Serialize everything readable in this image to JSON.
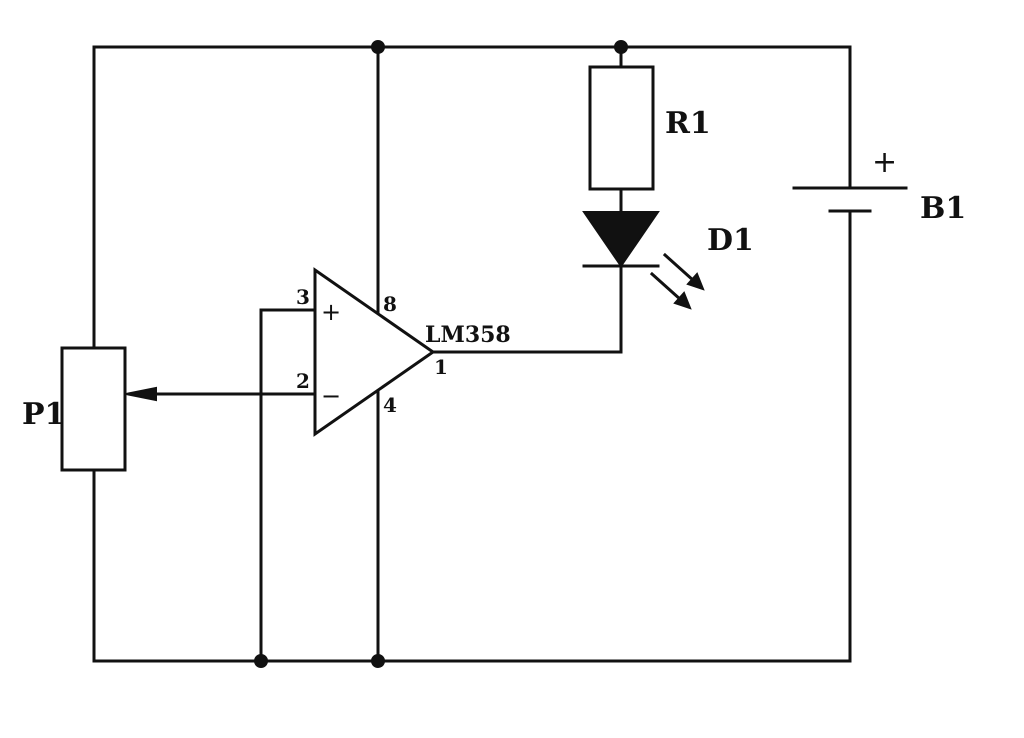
{
  "components": {
    "potentiometer": {
      "label": "P1"
    },
    "resistor": {
      "label": "R1"
    },
    "led": {
      "label": "D1"
    },
    "battery": {
      "label": "B1",
      "positive_sign": "+"
    },
    "opamp": {
      "label": "LM358",
      "noninverting_sign": "+",
      "inverting_sign": "−",
      "pins": {
        "noninverting_input": "3",
        "inverting_input": "2",
        "output": "1",
        "vcc": "8",
        "gnd": "4"
      }
    }
  }
}
